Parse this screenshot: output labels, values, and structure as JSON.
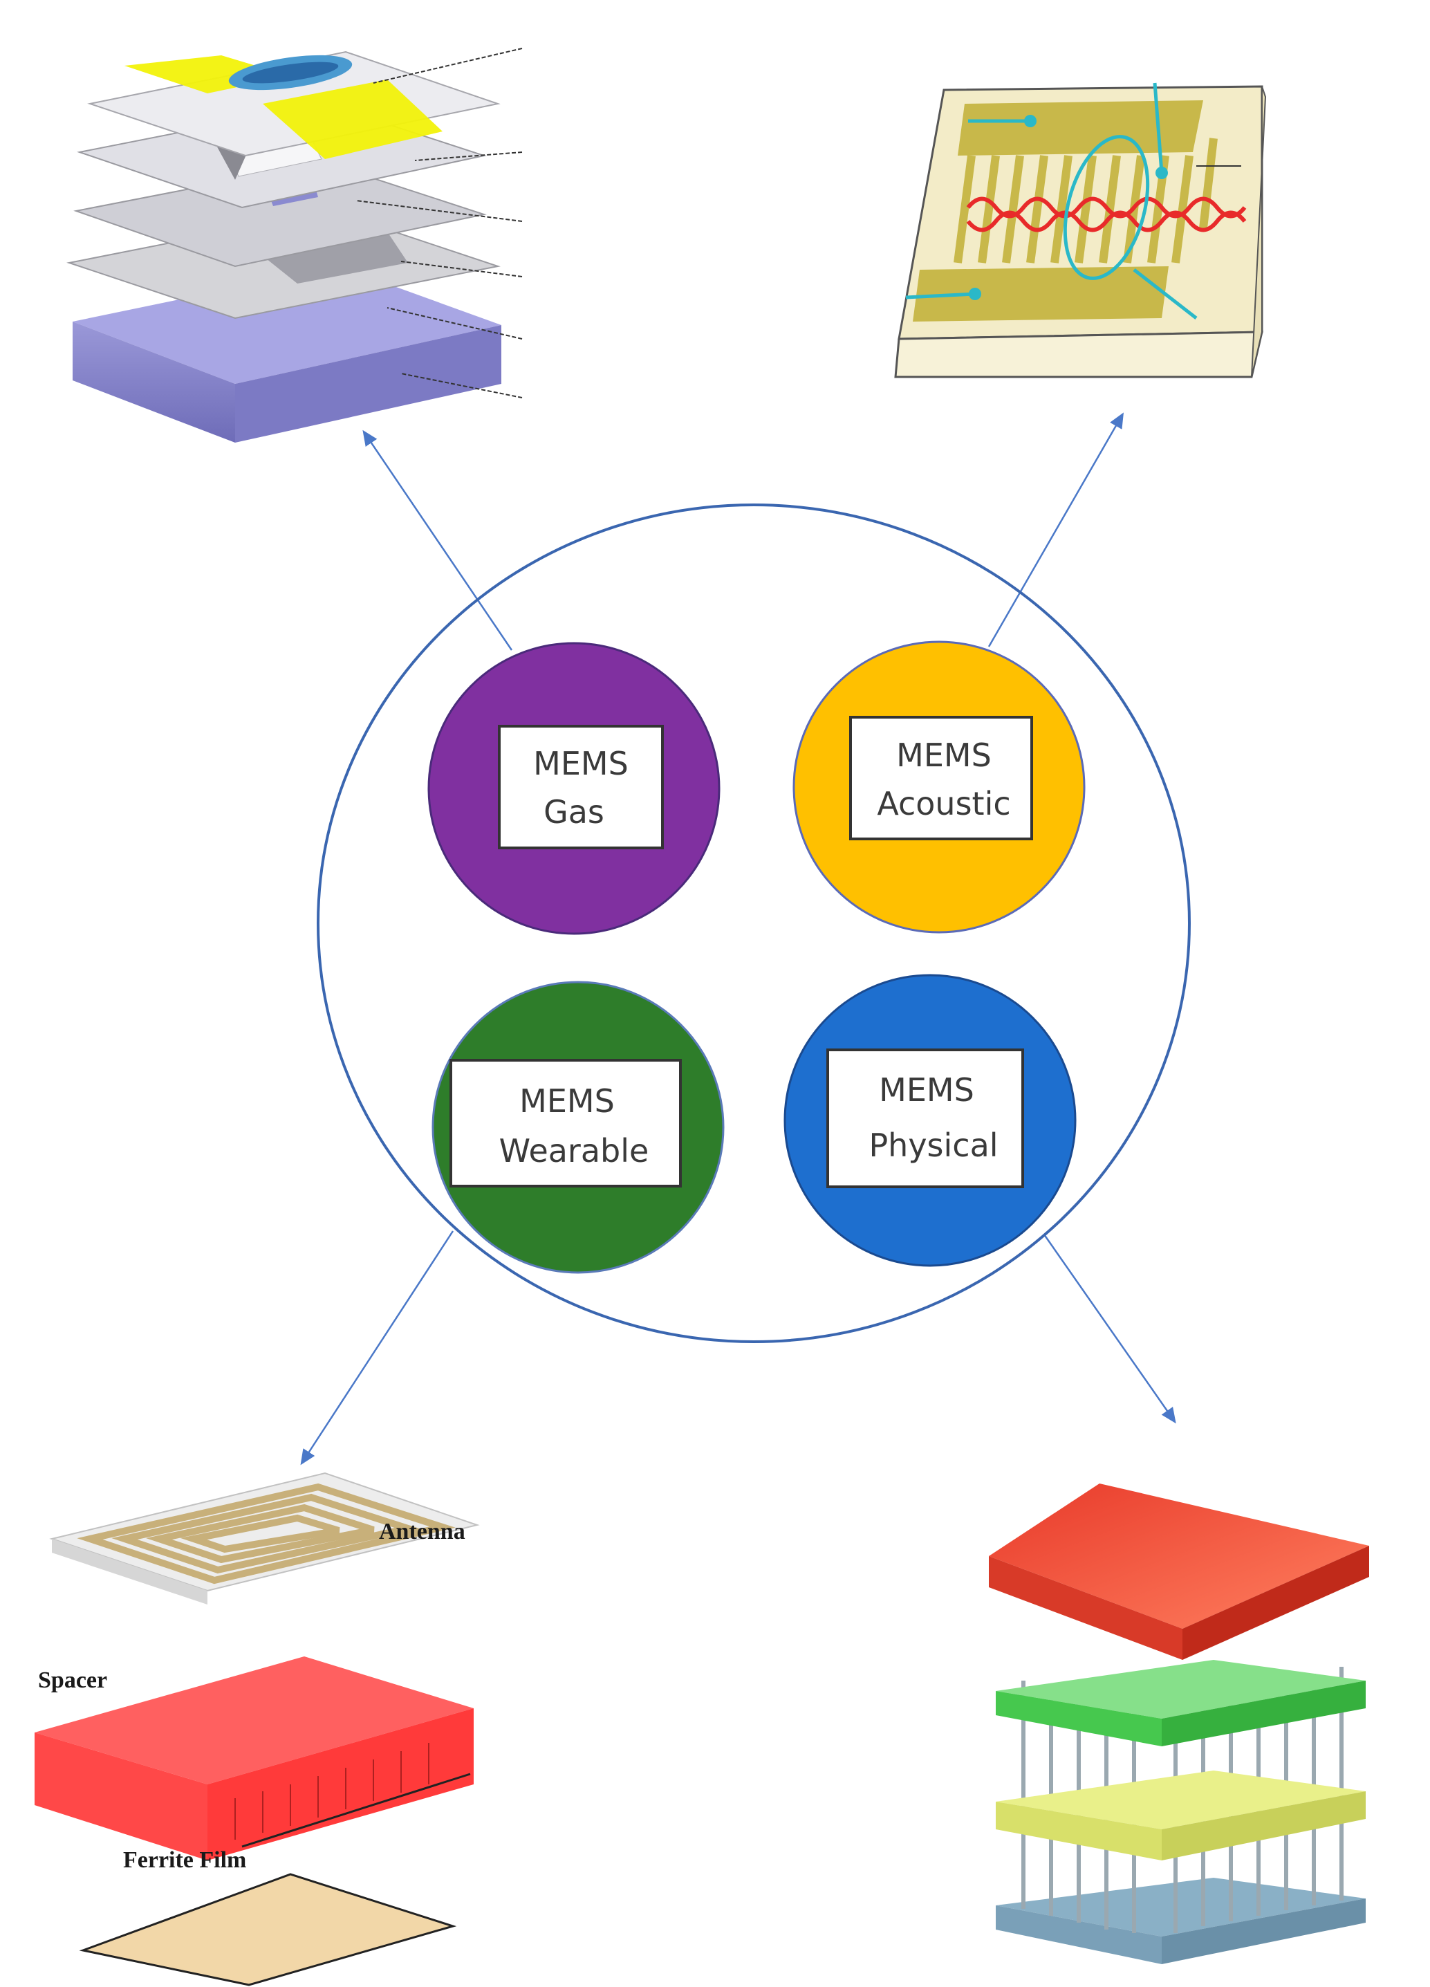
{
  "colors": {
    "outer_circle": "#3a66b0",
    "gas": "#8030a0",
    "acoustic": "#ffc000",
    "wearable": "#2e7d2a",
    "physical": "#1e6fcf",
    "arrow": "#4a78c8"
  },
  "nodes": [
    {
      "line1": "MEMS",
      "line2": "Gas"
    },
    {
      "line1": "MEMS",
      "line2": "Acoustic"
    },
    {
      "line1": "MEMS",
      "line2": "Wearable"
    },
    {
      "line1": "MEMS",
      "line2": "Physical"
    }
  ],
  "figures": {
    "wearable_labels": {
      "antenna": "Antenna",
      "spacer": "Spacer",
      "ferrite": "Ferrite Film"
    }
  }
}
